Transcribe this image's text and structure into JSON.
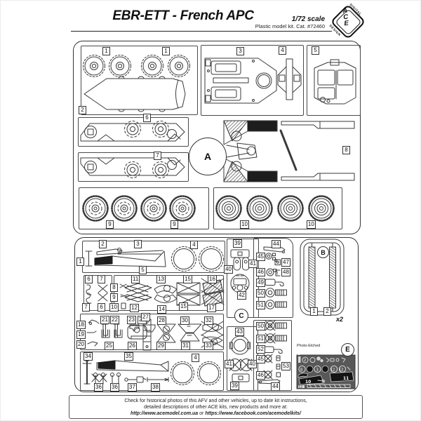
{
  "header": {
    "title": "EBR-ETT - French APC",
    "scale": "1/72 scale",
    "kit": "Plastic model kit. Cat. #72460",
    "logo_acronym": "ACE",
    "logo_top": "DIGITAL",
    "logo_bottom": "DESIGN"
  },
  "circles": {
    "a": "A",
    "b": "B",
    "c": "C",
    "e": "E"
  },
  "annotations": {
    "quantity": "x2",
    "photo_etched": "Photo-Etched"
  },
  "labels": {
    "t0": "1",
    "t1": "1",
    "t2": "2",
    "t3": "3",
    "t4": "4",
    "t5": "5",
    "t6": "6",
    "t7": "7",
    "t8": "8",
    "t9": "9",
    "t10": "9",
    "t11": "10",
    "t12": "10",
    "a0": "1",
    "a1": "2",
    "a2": "3",
    "a3": "5",
    "a4": "4",
    "b0": "6",
    "b1": "7",
    "b2": "8",
    "b3": "9",
    "b4": "10",
    "b5": "11",
    "b6": "13",
    "b7": "15",
    "b8": "16",
    "b9": "7",
    "b10": "6",
    "b11": "12",
    "b12": "14",
    "b13": "15",
    "b14": "17",
    "c0": "18",
    "c1": "19",
    "c2": "20",
    "c3": "21",
    "c4": "22",
    "c5": "23",
    "c6": "24",
    "c7": "25",
    "c8": "26",
    "c9": "27",
    "c10": "28",
    "c11": "29",
    "c12": "30",
    "c13": "31",
    "c14": "32",
    "c15": "33",
    "d0": "34",
    "d1": "35",
    "d2": "4",
    "d3": "36",
    "d4": "36",
    "d5": "37",
    "d6": "38",
    "m0": "39",
    "m1": "40",
    "m2": "41",
    "m3": "42",
    "m4": "43",
    "m5": "41",
    "m6": "40",
    "m7": "39",
    "r0": "44",
    "r1": "45",
    "r2": "47",
    "r3": "46",
    "r4": "48",
    "r5": "49",
    "r6": "50",
    "r7": "51",
    "s0": "50",
    "s1": "51",
    "s2": "52",
    "s3": "45",
    "s4": "53",
    "s5": "46",
    "s6": "44",
    "sb1": "1",
    "sb2": "2"
  },
  "pe_numbers": {
    "n1": "1",
    "n2": "2",
    "n8": "8",
    "n3": "3",
    "n12a": "12",
    "n12b": "12",
    "n10": "10",
    "n11": "11",
    "n12c": "12",
    "n9": "9",
    "n7": "7"
  },
  "footer": {
    "line1": "Check for historical photos of this AFV and other vehicles, up to date kit instructions,",
    "line2": "detailed descriptions of other ACE kits, new products and more at:",
    "link1": "http://www.acemodel.com.ua",
    "conj": "or",
    "link2": "https://www.facebook.com/acemodelkits/"
  }
}
